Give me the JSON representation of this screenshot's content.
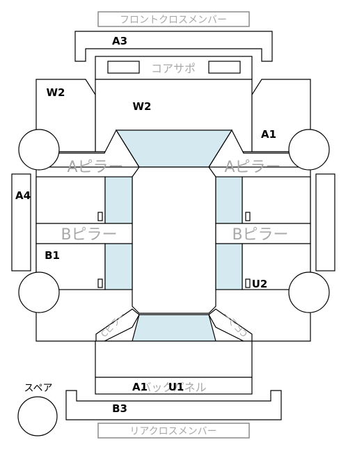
{
  "labels": {
    "front_cross_member": "フロントクロスメンバー",
    "core_support": "コアサポ",
    "a_pillar": "Aピラー",
    "b_pillar": "Bピラー",
    "c_pillar": "Cピラー",
    "back_panel": "バックパネル",
    "rear_cross_member": "リアクロスメンバー",
    "spare": "スペア"
  },
  "codes": {
    "front_cross_member_upper": "A3",
    "left_apron": "W2",
    "front_center": "W2",
    "right_front": "A1",
    "left_side": "A4",
    "left_rear": "B1",
    "right_rear": "U2",
    "back_panel_left": "A1",
    "back_panel_right": "U1",
    "rear_cross_member_upper": "B3"
  },
  "colors": {
    "glass": "#d4e9f0",
    "outline": "#000000",
    "label_grey": "#a8a8a8"
  }
}
